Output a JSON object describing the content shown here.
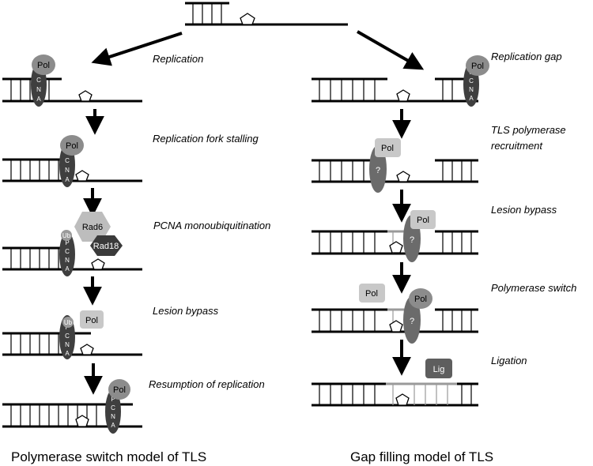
{
  "left_steps": {
    "s1": "Replication",
    "s2": "Replication fork stalling",
    "s3": "PCNA monoubiquitination",
    "s4": "Lesion bypass",
    "s5": "Resumption of replication"
  },
  "right_steps": {
    "s1": "Replication gap",
    "s2a": "TLS polymerase",
    "s2b": "recruitment",
    "s3": "Lesion bypass",
    "s4": "Polymerase switch",
    "s5": "Ligation"
  },
  "captions": {
    "left": "Polymerase switch model of TLS",
    "right": "Gap filling model of TLS"
  },
  "labels": {
    "pol": "Pol",
    "pcna": [
      "P",
      "C",
      "N",
      "A"
    ],
    "rad6": "Rad6",
    "rad18": "Rad18",
    "ub": "Ub",
    "unknown": "?",
    "lig": "Lig"
  },
  "colors": {
    "strand": "#000000",
    "pcna": "#3f3f3f",
    "pol": "#8c8c8c",
    "tls_pol": "#c8c8c8",
    "tls_unknown": "#6b6b6b",
    "rad6": "#bdbdbd",
    "rad18": "#3a3a3a",
    "ub": "#9a9a9a",
    "lig": "#5e5e5e",
    "new_synthesis": "#9a9a9a"
  }
}
